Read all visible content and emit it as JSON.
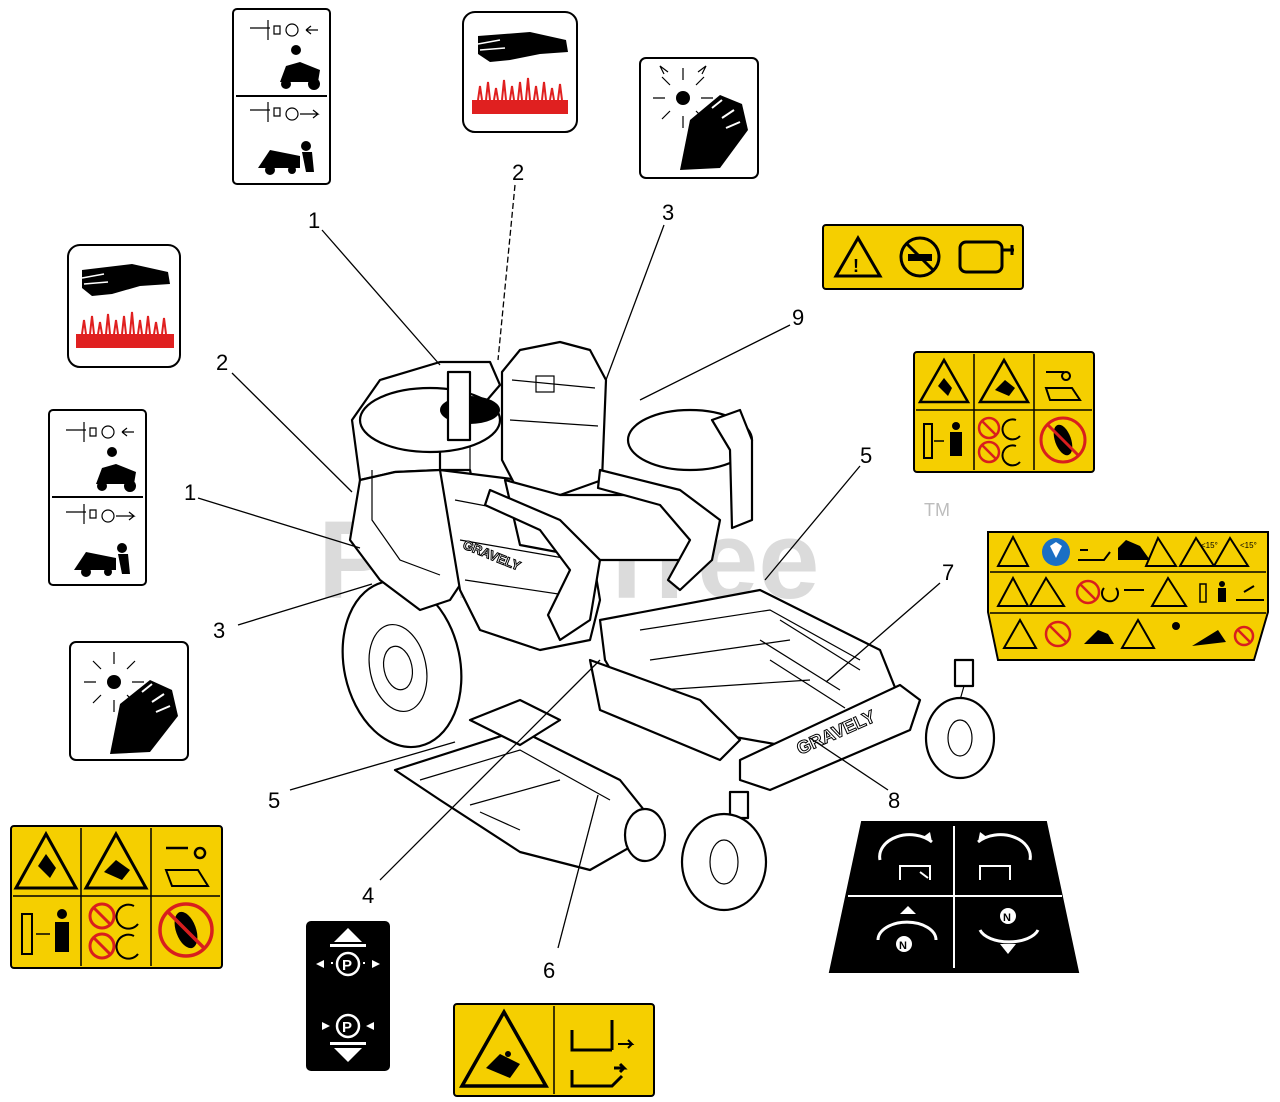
{
  "watermark": {
    "text": "PartsTree",
    "tm": "TM"
  },
  "brand": {
    "deck": "GRAVELY",
    "hood": "GRAVELY"
  },
  "callouts": [
    {
      "id": "c1a",
      "label": "1"
    },
    {
      "id": "c2a",
      "label": "2"
    },
    {
      "id": "c3a",
      "label": "3"
    },
    {
      "id": "c9",
      "label": "9"
    },
    {
      "id": "c2b",
      "label": "2"
    },
    {
      "id": "c1b",
      "label": "1"
    },
    {
      "id": "c5a",
      "label": "5"
    },
    {
      "id": "c7",
      "label": "7"
    },
    {
      "id": "c3b",
      "label": "3"
    },
    {
      "id": "c5b",
      "label": "5"
    },
    {
      "id": "c8",
      "label": "8"
    },
    {
      "id": "c4",
      "label": "4"
    },
    {
      "id": "c6",
      "label": "6"
    }
  ],
  "decals": [
    {
      "id": "decal-lift-control-top",
      "color": "white"
    },
    {
      "id": "decal-hot-surface-top",
      "color": "white"
    },
    {
      "id": "decal-thrown-objects-top",
      "color": "white"
    },
    {
      "id": "decal-fuel-warning",
      "color": "#f5cf00"
    },
    {
      "id": "decal-safety-6-panel-right",
      "color": "#f5cf00"
    },
    {
      "id": "decal-safety-main",
      "color": "#f5cf00"
    },
    {
      "id": "decal-hot-surface-left",
      "color": "white"
    },
    {
      "id": "decal-lift-control-left",
      "color": "white"
    },
    {
      "id": "decal-thrown-objects-left",
      "color": "white"
    },
    {
      "id": "decal-safety-6-panel-left",
      "color": "#f5cf00"
    },
    {
      "id": "decal-park-brake",
      "color": "#000000"
    },
    {
      "id": "decal-deck-pinch",
      "color": "#f5cf00"
    },
    {
      "id": "decal-steering-motion",
      "color": "#000000"
    }
  ],
  "colors": {
    "decal_yellow": "#f5cf00",
    "hot_red": "#e02020",
    "prohibit_red": "#d81e1e",
    "ink": "#000000"
  }
}
